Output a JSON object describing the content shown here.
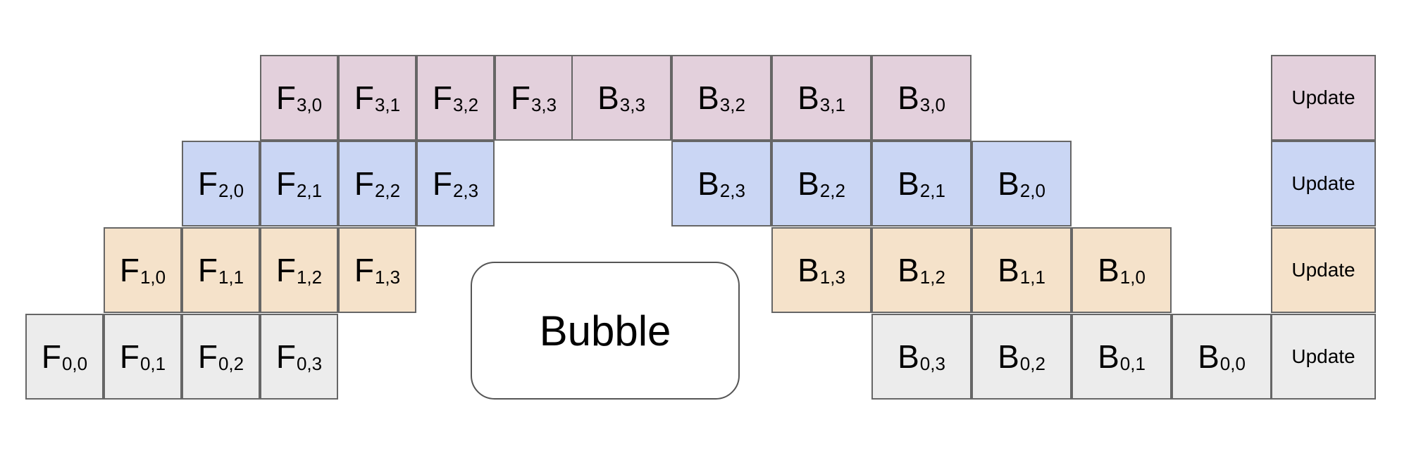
{
  "colors": {
    "stage3": "#e3d0dc",
    "stage2": "#cad6f4",
    "stage1": "#f5e2ca",
    "stage0": "#ececec"
  },
  "bubble_label": "Bubble",
  "rows": [
    {
      "stage": "3",
      "color_key": "stage3",
      "cells": [
        {
          "main": "F",
          "sub": "3,0"
        },
        {
          "main": "F",
          "sub": "3,1"
        },
        {
          "main": "F",
          "sub": "3,2"
        },
        {
          "main": "F",
          "sub": "3,3"
        },
        {
          "main": "B",
          "sub": "3,3"
        },
        {
          "main": "B",
          "sub": "3,2"
        },
        {
          "main": "B",
          "sub": "3,1"
        },
        {
          "main": "B",
          "sub": "3,0"
        },
        {
          "main": "Update",
          "sub": ""
        }
      ]
    },
    {
      "stage": "2",
      "color_key": "stage2",
      "cells": [
        {
          "main": "F",
          "sub": "2,0"
        },
        {
          "main": "F",
          "sub": "2,1"
        },
        {
          "main": "F",
          "sub": "2,2"
        },
        {
          "main": "F",
          "sub": "2,3"
        },
        {
          "main": "B",
          "sub": "2,3"
        },
        {
          "main": "B",
          "sub": "2,2"
        },
        {
          "main": "B",
          "sub": "2,1"
        },
        {
          "main": "B",
          "sub": "2,0"
        },
        {
          "main": "Update",
          "sub": ""
        }
      ]
    },
    {
      "stage": "1",
      "color_key": "stage1",
      "cells": [
        {
          "main": "F",
          "sub": "1,0"
        },
        {
          "main": "F",
          "sub": "1,1"
        },
        {
          "main": "F",
          "sub": "1,2"
        },
        {
          "main": "F",
          "sub": "1,3"
        },
        {
          "main": "B",
          "sub": "1,3"
        },
        {
          "main": "B",
          "sub": "1,2"
        },
        {
          "main": "B",
          "sub": "1,1"
        },
        {
          "main": "B",
          "sub": "1,0"
        },
        {
          "main": "Update",
          "sub": ""
        }
      ]
    },
    {
      "stage": "0",
      "color_key": "stage0",
      "cells": [
        {
          "main": "F",
          "sub": "0,0"
        },
        {
          "main": "F",
          "sub": "0,1"
        },
        {
          "main": "F",
          "sub": "0,2"
        },
        {
          "main": "F",
          "sub": "0,3"
        },
        {
          "main": "B",
          "sub": "0,3"
        },
        {
          "main": "B",
          "sub": "0,2"
        },
        {
          "main": "B",
          "sub": "0,1"
        },
        {
          "main": "B",
          "sub": "0,0"
        },
        {
          "main": "Update",
          "sub": ""
        }
      ]
    }
  ]
}
